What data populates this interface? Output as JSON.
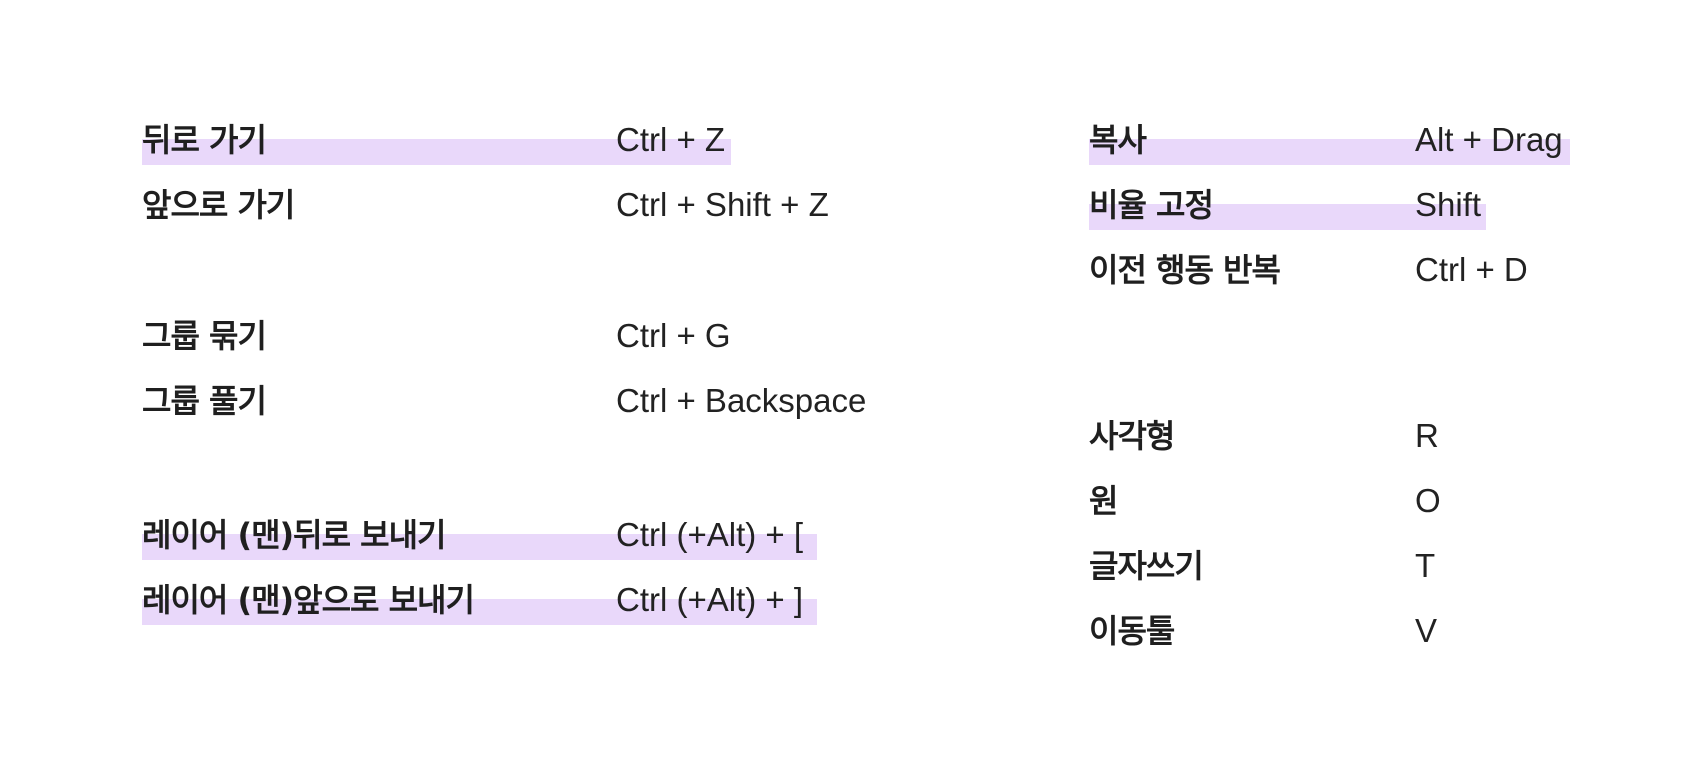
{
  "left_column": [
    {
      "label": "뒤로 가기",
      "shortcut": "Ctrl + Z",
      "highlight": true
    },
    {
      "label": "앞으로 가기",
      "shortcut": "Ctrl + Shift + Z",
      "highlight": false
    },
    {
      "label": "그룹 묶기",
      "shortcut": "Ctrl + G",
      "highlight": false
    },
    {
      "label": "그룹 풀기",
      "shortcut": "Ctrl + Backspace",
      "highlight": false
    },
    {
      "label": "레이어 (맨)뒤로 보내기",
      "shortcut": "Ctrl (+Alt) + [",
      "highlight": true
    },
    {
      "label": "레이어 (맨)앞으로 보내기",
      "shortcut": "Ctrl (+Alt) + ]",
      "highlight": true
    }
  ],
  "right_column": [
    {
      "label": "복사",
      "shortcut": "Alt + Drag",
      "highlight": true
    },
    {
      "label": "비율 고정",
      "shortcut": "Shift",
      "highlight": true
    },
    {
      "label": "이전 행동 반복",
      "shortcut": "Ctrl + D",
      "highlight": false
    },
    {
      "label": "사각형",
      "shortcut": "R",
      "highlight": false
    },
    {
      "label": "원",
      "shortcut": "O",
      "highlight": false
    },
    {
      "label": "글자쓰기",
      "shortcut": "T",
      "highlight": false
    },
    {
      "label": "이동툴",
      "shortcut": "V",
      "highlight": false
    }
  ],
  "colors": {
    "highlight": "#e9d8fa",
    "text": "#1f1f1f",
    "background": "#ffffff"
  }
}
